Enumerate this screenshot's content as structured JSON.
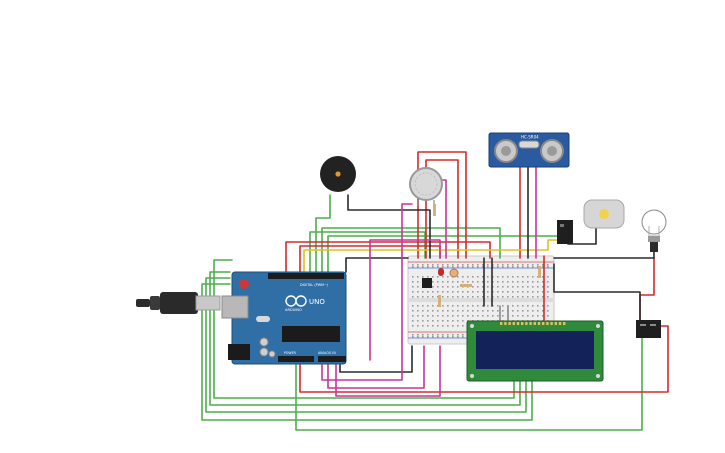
{
  "colors": {
    "background": "#ffffff",
    "wire_red": "#d32b2b",
    "wire_green": "#4cae4c",
    "wire_black": "#2b2b2b",
    "wire_magenta": "#c8349a",
    "wire_yellow": "#e1c21a",
    "wire_grey": "#8a8a8a",
    "arduino_blue": "#2f6fa6",
    "lcd_green": "#2f8a3b",
    "lcd_screen": "#13235a",
    "sensor_blue": "#2a5aa0",
    "breadboard": "#eeeeee"
  },
  "arduino": {
    "board_label": "UNO",
    "brand_label": "ARDUINO",
    "digital_header_label": "DIGITAL (PWM~)",
    "power_header_label": "POWER",
    "analog_header_label": "ANALOG IN"
  },
  "ultrasonic": {
    "model_label": "HC-SR04"
  },
  "icons": {
    "usb": "usb-cable-icon",
    "buzzer": "piezo-buzzer-icon",
    "gas_sensor": "gas-sensor-icon",
    "motor": "dc-motor-icon",
    "bulb": "light-bulb-icon",
    "relay": "relay-module-icon"
  }
}
